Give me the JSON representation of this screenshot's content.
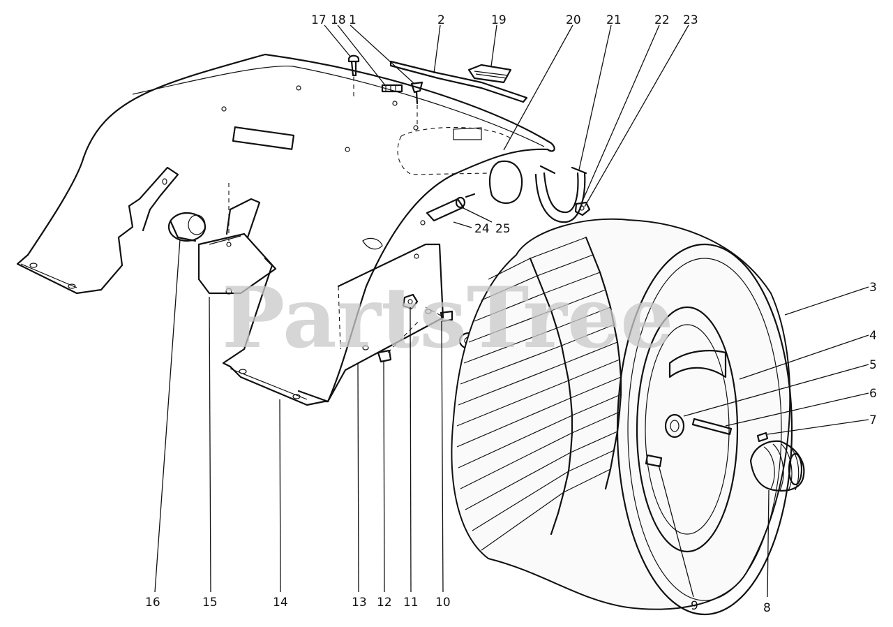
{
  "watermark": "PartsTree",
  "callouts": {
    "c1": "1",
    "c2": "2",
    "c3": "3",
    "c4": "4",
    "c5": "5",
    "c6": "6",
    "c7": "7",
    "c8": "8",
    "c9": "9",
    "c10": "10",
    "c11": "11",
    "c12": "12",
    "c13": "13",
    "c14": "14",
    "c15": "15",
    "c16": "16",
    "c17": "17",
    "c18": "18",
    "c19": "19",
    "c20": "20",
    "c21": "21",
    "c22": "22",
    "c23": "23",
    "c24": "24",
    "c25": "25"
  },
  "colors": {
    "ink": "#111111",
    "paper": "#ffffff",
    "watermark": "#c9c9c9"
  }
}
